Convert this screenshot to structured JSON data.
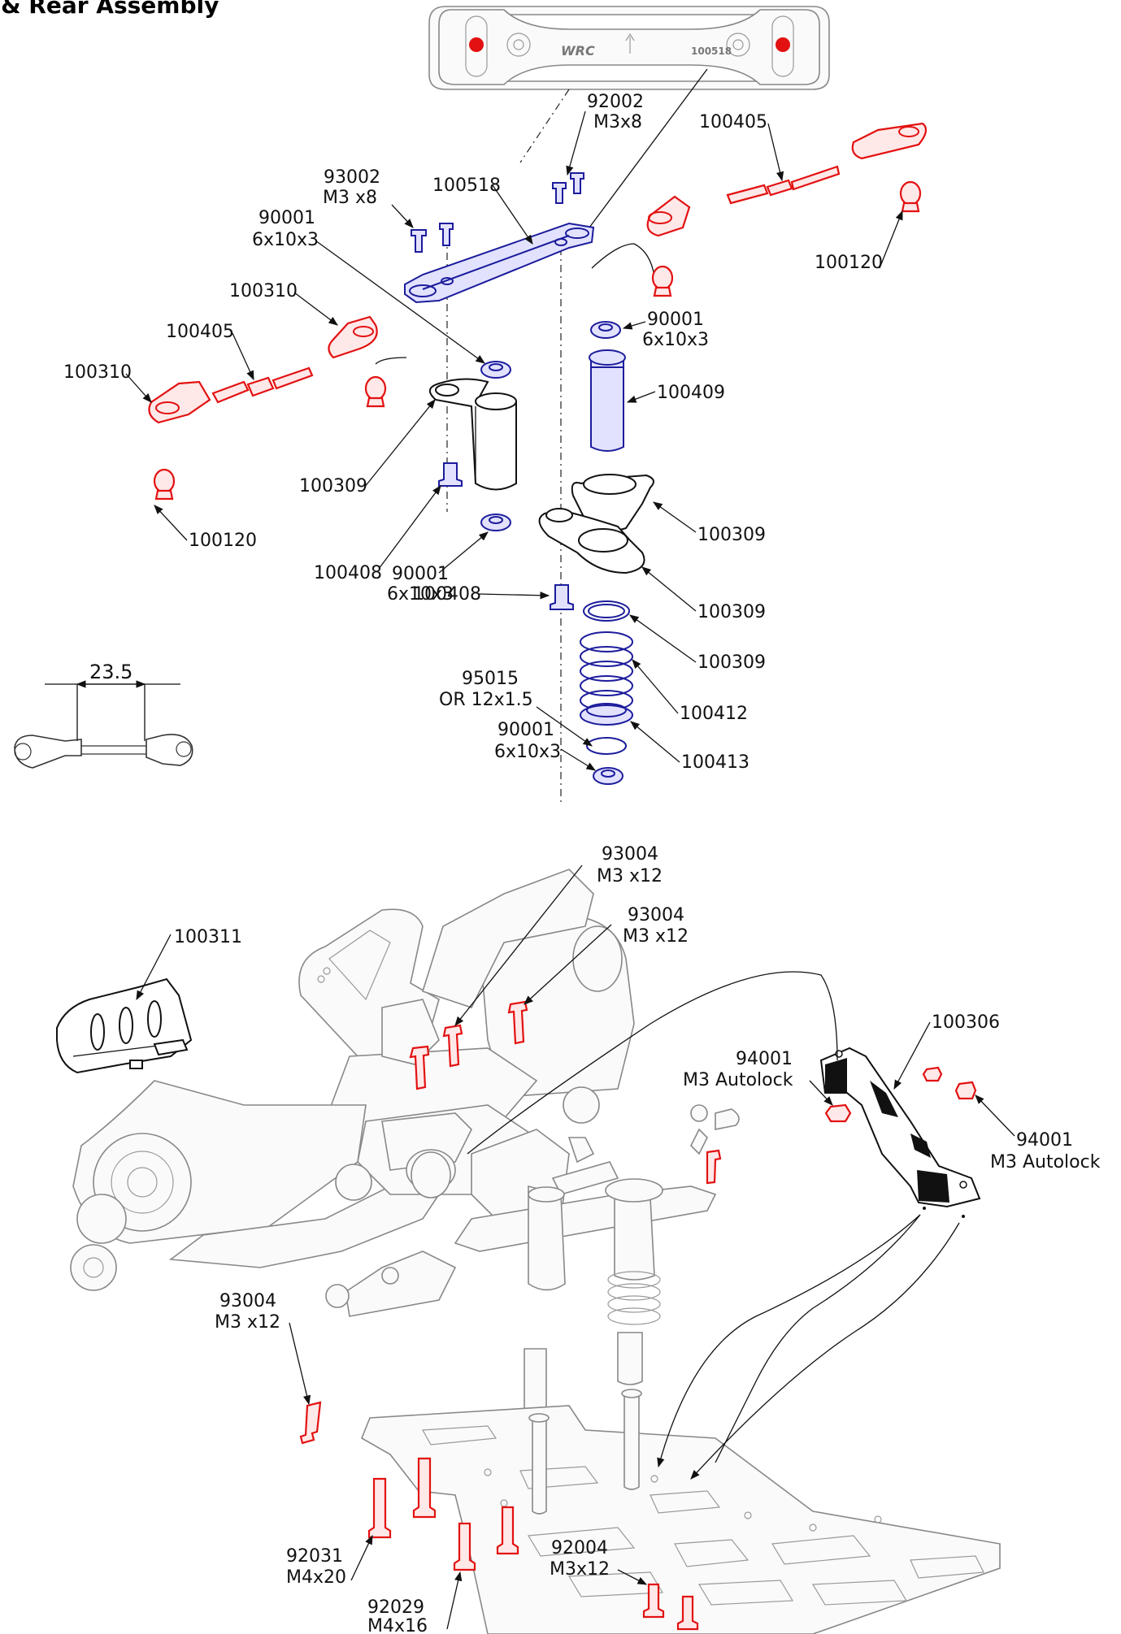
{
  "title": "t & Rear Assembly",
  "colors": {
    "part_blue": "#1c1c9c",
    "part_red": "#e31111",
    "part_black": "#111111",
    "part_gray": "#888888",
    "dot_red": "#e31111"
  },
  "top_plate": {
    "brand": "WRC",
    "number": "100518"
  },
  "dimension": {
    "value": "23.5"
  },
  "labels": {
    "l92002": {
      "line1": "92002",
      "line2": "M3x8"
    },
    "l100405_r": {
      "line1": "100405"
    },
    "l93002": {
      "line1": "93002",
      "line2": "M3 x8"
    },
    "l100518": {
      "line1": "100518"
    },
    "l90001_a": {
      "line1": "90001",
      "line2": "6x10x3"
    },
    "l100120_r": {
      "line1": "100120"
    },
    "l100310_a": {
      "line1": "100310"
    },
    "l100405_l": {
      "line1": "100405"
    },
    "l90001_b": {
      "line1": "90001",
      "line2": "6x10x3"
    },
    "l100310_b": {
      "line1": "100310"
    },
    "l100409": {
      "line1": "100409"
    },
    "l100309_a": {
      "line1": "100309"
    },
    "l100120_l": {
      "line1": "100120"
    },
    "l100309_b": {
      "line1": "100309"
    },
    "l100408_a": {
      "line1": "100408"
    },
    "l90001_c": {
      "line1": "90001",
      "line2": "6x10x3"
    },
    "l100408_b": {
      "line1": "100408"
    },
    "l100309_c": {
      "line1": "100309"
    },
    "l100309_d": {
      "line1": "100309"
    },
    "l95015": {
      "line1": "95015",
      "line2": "OR 12x1.5"
    },
    "l100412": {
      "line1": "100412"
    },
    "l90001_d": {
      "line1": "90001",
      "line2": "6x10x3"
    },
    "l100413": {
      "line1": "100413"
    },
    "l93004_a": {
      "line1": "93004",
      "line2": "M3 x12"
    },
    "l93004_b": {
      "line1": "93004",
      "line2": "M3 x12"
    },
    "l100311": {
      "line1": "100311"
    },
    "l100306": {
      "line1": "100306"
    },
    "l94001_a": {
      "line1": "94001",
      "line2": "M3 Autolock"
    },
    "l94001_b": {
      "line1": "94001",
      "line2": "M3 Autolock"
    },
    "l93004_c": {
      "line1": "93004",
      "line2": "M3 x12"
    },
    "l92031": {
      "line1": "92031",
      "line2": "M4x20"
    },
    "l92004": {
      "line1": "92004",
      "line2": "M3x12"
    },
    "l92029": {
      "line1": "92029",
      "line2": "M4x16"
    }
  }
}
